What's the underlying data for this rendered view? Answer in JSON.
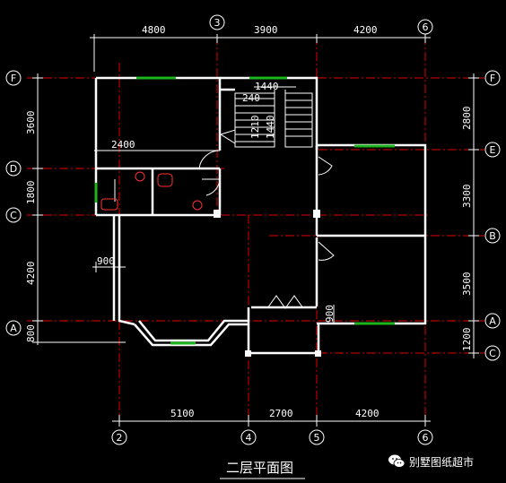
{
  "dims_top": [
    "4800",
    "3900",
    "4200"
  ],
  "dims_bottom": [
    "5100",
    "2700",
    "4200"
  ],
  "dims_left": [
    "3600",
    "1800",
    "4200",
    "800"
  ],
  "dims_right": [
    "2800",
    "3300",
    "3500",
    "1200"
  ],
  "dims_inner": {
    "d2400": "2400",
    "d900": "900",
    "d1440a": "1440",
    "d240": "240",
    "d1210": "1210",
    "d1440b": "1440",
    "d900v": "900"
  },
  "axes_top": [
    "3",
    "6"
  ],
  "axes_bottom": [
    "2",
    "4",
    "5",
    "6"
  ],
  "axes_left": [
    "F",
    "D",
    "C",
    "A"
  ],
  "axes_right": [
    "F",
    "E",
    "B",
    "A",
    "C"
  ],
  "caption": "二层平面图",
  "watermark": {
    "text": "别墅图纸超市",
    "icon": "wechat-icon"
  },
  "colors": {
    "wall": "#ffffff",
    "axis": "#e00000",
    "window": "#1fb31f",
    "fixture": "#ff3333",
    "dim": "#ffffff",
    "background": "#000000"
  }
}
